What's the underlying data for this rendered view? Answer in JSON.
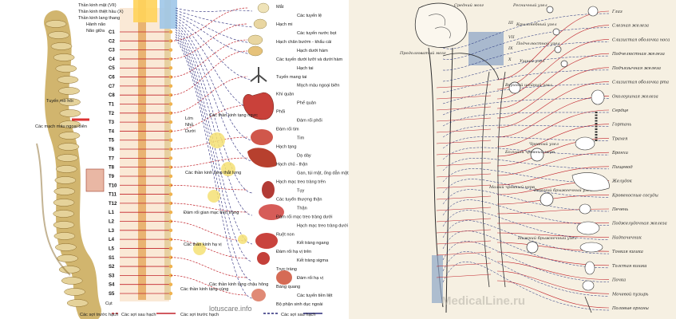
{
  "left": {
    "segments": [
      "C1",
      "C2",
      "C3",
      "C4",
      "C5",
      "C6",
      "C7",
      "C8",
      "T1",
      "T2",
      "T3",
      "T4",
      "T5",
      "T6",
      "T7",
      "T8",
      "T9",
      "T10",
      "T11",
      "T12",
      "L1",
      "L2",
      "L3",
      "L4",
      "L5",
      "S1",
      "S2",
      "S3",
      "S4",
      "S5"
    ],
    "top_labels": [
      "Thần kinh mật (VII)",
      "Thần kinh thiệt hầu (X)",
      "Thần kinh lang thang",
      "Hành não",
      "Não giữa"
    ],
    "right_labels": [
      "Mắt",
      "Các tuyến lệ",
      "Hạch mi",
      "Các tuyến nước bọt",
      "Hạch chân bướm - khẩu cái",
      "Hạch dưới hàm",
      "Các tuyến dưới lưỡi và dưới hàm",
      "Hạch tai",
      "Tuyến mang tai",
      "Mạch máu ngoại biên",
      "Khí quản",
      "Phế quản",
      "Phổi",
      "Đám rối phổi",
      "Đám rối tim",
      "Tim",
      "Hạch tạng",
      "Dạ dày",
      "Hạch chủ - thận",
      "Gan, túi mật, ống dẫn mật",
      "Hạch mạc treo tràng trên",
      "Tụy",
      "Các tuyến thượng thận",
      "Thận",
      "Đám rối mạc treo tràng dưới",
      "Hạch mạc treo tràng dưới",
      "Ruột non",
      "Kết tràng ngang",
      "Đám rối hạ vị trên",
      "Kết tràng sigma",
      "Trực tràng",
      "Đám rối hạ vị",
      "Bàng quang",
      "Các tuyến tiền liệt",
      "Bộ phận sinh dục ngoài"
    ],
    "mid_labels": [
      "Các thần kinh tạng ngực",
      "Lớn",
      "Nhỏ",
      "Dưới",
      "Các thần kinh tạng thắt lưng",
      "Đám rối gian mạc treo tràng",
      "Các thần kinh hạ vị",
      "Các thần kinh tạng cùng",
      "Các thần kinh tạng chậu hông"
    ],
    "left_labels": [
      "Tuyến mồ hôi",
      "Các mạch máu ngoại biên",
      "Cụt"
    ],
    "legend_labels": [
      "Các sợi trước hạch",
      "Các sợi sau hạch",
      "Các sợi trước hạch",
      "Các sợi sau hạch"
    ],
    "watermark": "lotuscare.info"
  },
  "right": {
    "organs": [
      "Глаз",
      "Слезная железа",
      "Слизистая оболочка носа",
      "Подчелюстная железа",
      "Подъязычная железа",
      "Слизистая оболочка рта",
      "Околоушная железа",
      "Сердце",
      "Гортань",
      "Трахея",
      "Бронхи",
      "Пищевод",
      "Желудок",
      "Кровеносные сосуды",
      "Печень",
      "Поджелудочная железа",
      "Надпочечник",
      "Тонкая кишка",
      "Толстая кишка",
      "Почка",
      "Мочевой пузырь",
      "Половые органы"
    ],
    "ganglia": [
      "Средний мозг",
      "Продолговатый мозг",
      "Ресничный узел",
      "Крылонебный узел",
      "Подчелюстной узел",
      "Ушной узел",
      "Верхний шейный узел",
      "Чревный узел",
      "Большой чревный нерв",
      "Малый чревный нерв",
      "Верхний брыжеечный узел",
      "Нижний брыжеечный узел"
    ],
    "nerve_numerals": [
      "III",
      "VII",
      "IX",
      "X"
    ],
    "watermark": "MedicalLine.ru"
  },
  "colors": {
    "preganglionic": "#c2232b",
    "postganglionic": "#2a2a7a",
    "bone": "#d9c37a",
    "organ_red": "#c9413a",
    "right_bg": "#f6f0e2"
  }
}
